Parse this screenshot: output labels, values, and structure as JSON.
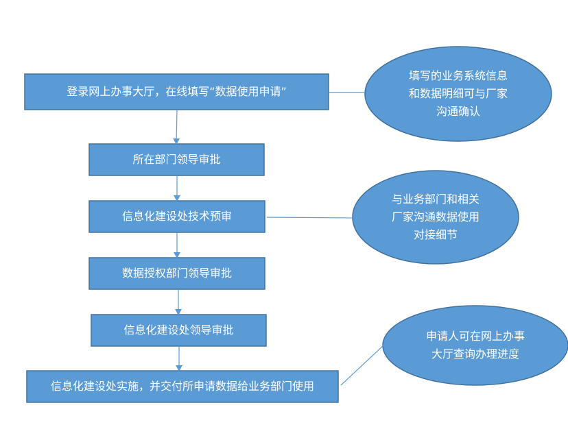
{
  "colors": {
    "fill": "#5b9bd5",
    "stroke": "#41719c",
    "connector": "#5b9bd5",
    "text": "#ffffff"
  },
  "steps": [
    {
      "label": "登录网上办事大厅，在线填写“数据使用申请”"
    },
    {
      "label": "所在部门领导审批"
    },
    {
      "label": "信息化建设处技术预审"
    },
    {
      "label": "数据授权部门领导审批"
    },
    {
      "label": "信息化建设处领导审批"
    },
    {
      "label": "信息化建设处实施，并交付所申请数据给业务部门使用"
    }
  ],
  "notes": [
    {
      "lines": [
        "填写的业务系统信息",
        "和数据明细可与厂家",
        "沟通确认"
      ]
    },
    {
      "lines": [
        "与业务部门和相关",
        "厂家沟通数据使用",
        "对接细节"
      ]
    },
    {
      "lines": [
        "申请人可在网上办事",
        "大厅查询办理进度"
      ]
    }
  ]
}
